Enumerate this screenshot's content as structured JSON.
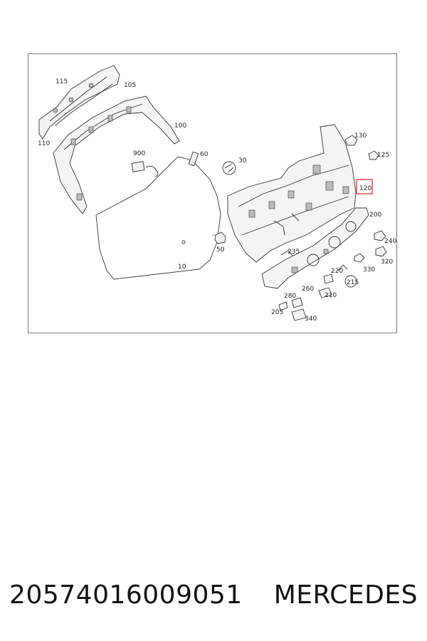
{
  "labels": {
    "p115": "115",
    "p105": "105",
    "p110": "110",
    "p100": "100",
    "p900": "900",
    "p60": "60",
    "p30": "30",
    "p50": "50",
    "p10": "10",
    "p130": "130",
    "p125": "125",
    "p120": "120",
    "p200": "200",
    "p240": "240",
    "p320": "320",
    "p330": "330",
    "p220": "220",
    "p235": "235",
    "p215": "215",
    "p260": "260",
    "p280": "280",
    "p210": "210",
    "p205": "205",
    "p340": "340"
  },
  "footer": {
    "part_number": "2057401600905​1",
    "brand": "MERCEDES"
  },
  "colors": {
    "highlight": "#e02020"
  }
}
